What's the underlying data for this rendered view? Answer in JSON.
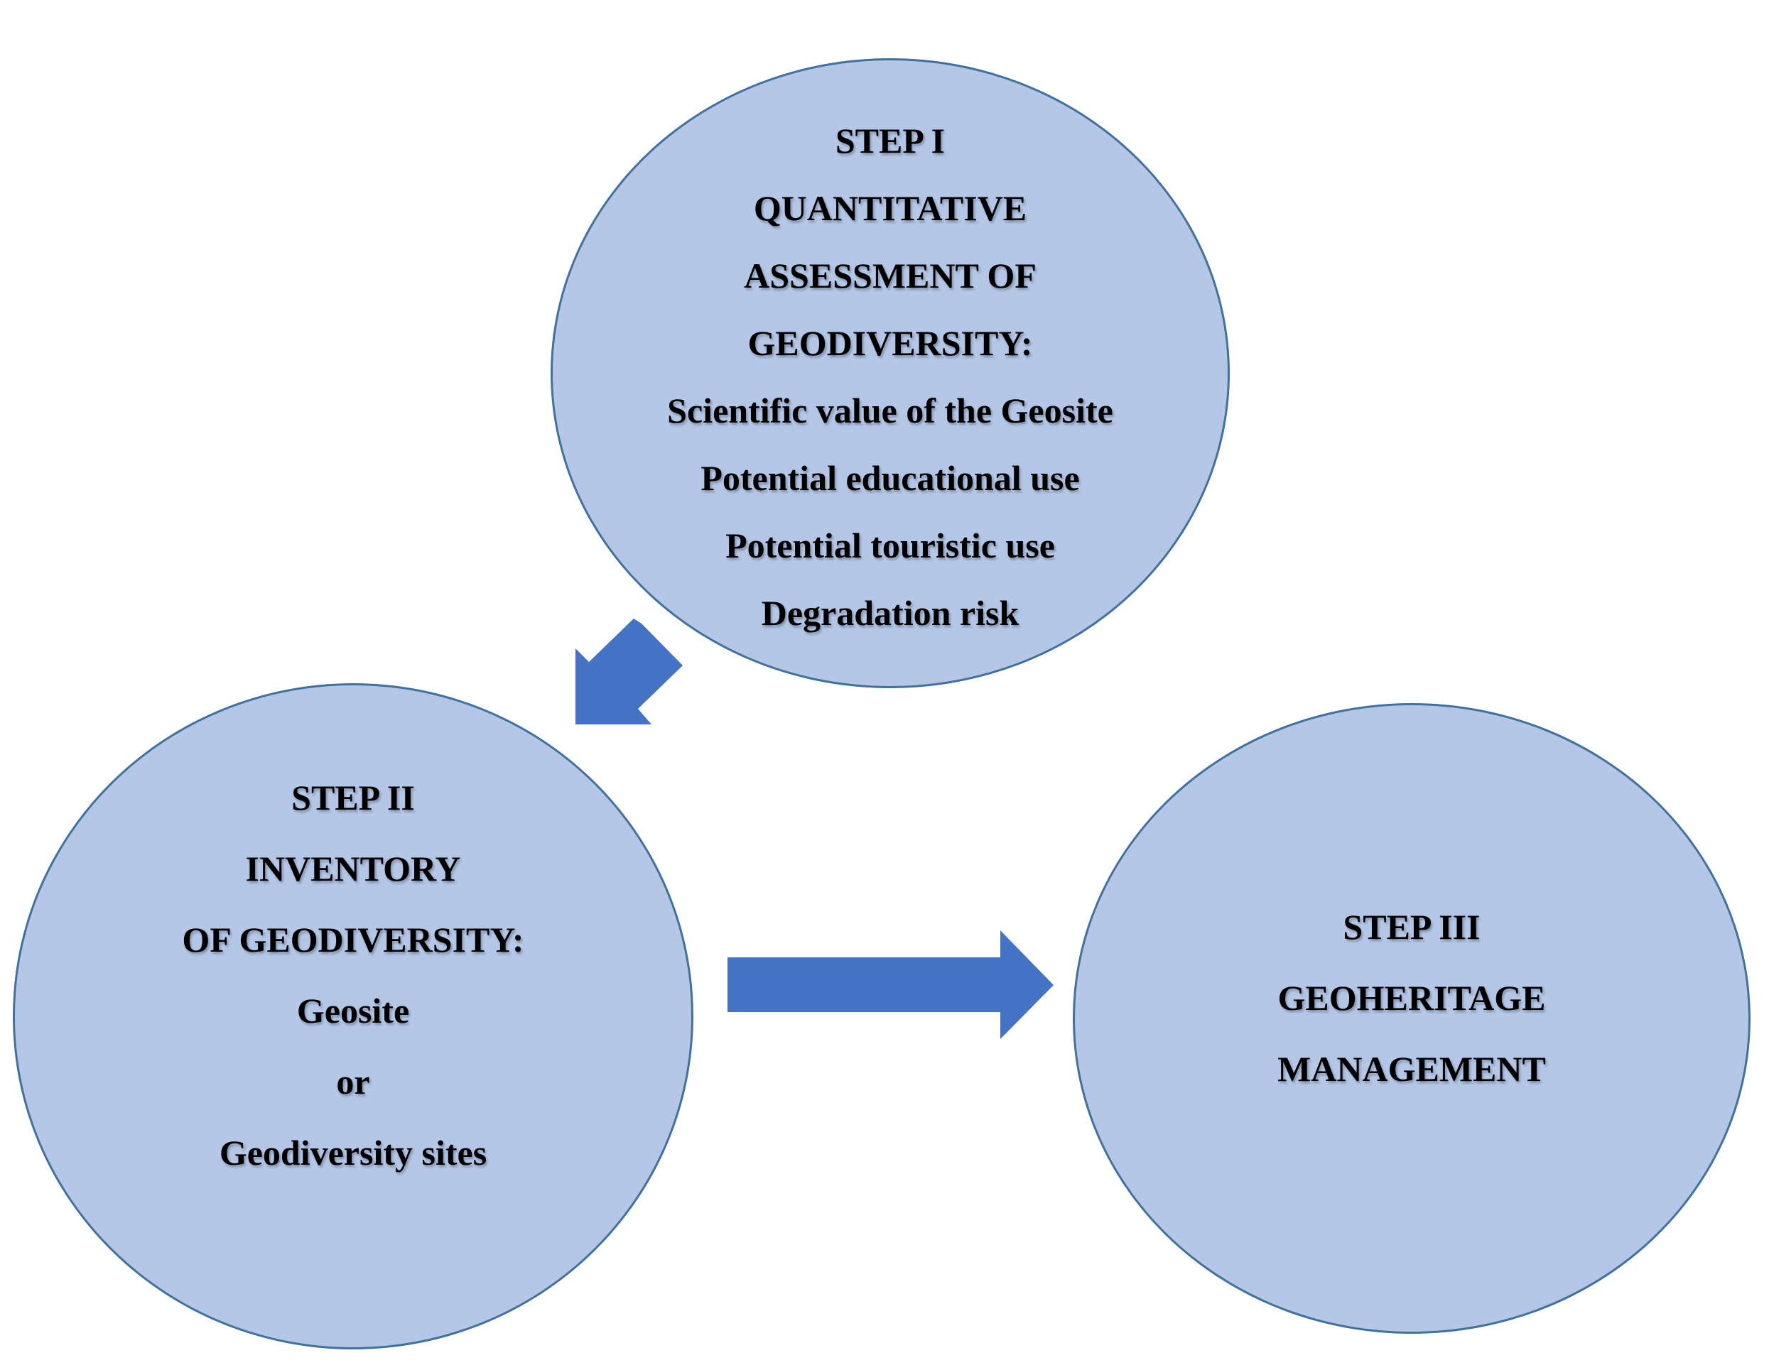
{
  "colors": {
    "circle_fill": "#b4c7e7",
    "circle_stroke": "#41719c",
    "arrow_fill": "#4472c4",
    "text": "#000000"
  },
  "step1": {
    "lines": [
      "STEP I",
      "QUANTITATIVE",
      "ASSESSMENT OF",
      "GEODIVERSITY:",
      "Scientific value of the Geosite",
      "Potential educational use",
      "Potential touristic use",
      "Degradation risk"
    ]
  },
  "step2": {
    "lines": [
      "STEP II",
      "INVENTORY",
      "OF GEODIVERSITY:",
      "Geosite",
      "or",
      "Geodiversity sites"
    ]
  },
  "step3": {
    "lines": [
      "STEP III",
      "GEOHERITAGE",
      "MANAGEMENT"
    ]
  },
  "arrows": [
    {
      "name": "arrow-step1-to-step2",
      "direction": "down-left"
    },
    {
      "name": "arrow-step2-to-step3",
      "direction": "right"
    }
  ]
}
